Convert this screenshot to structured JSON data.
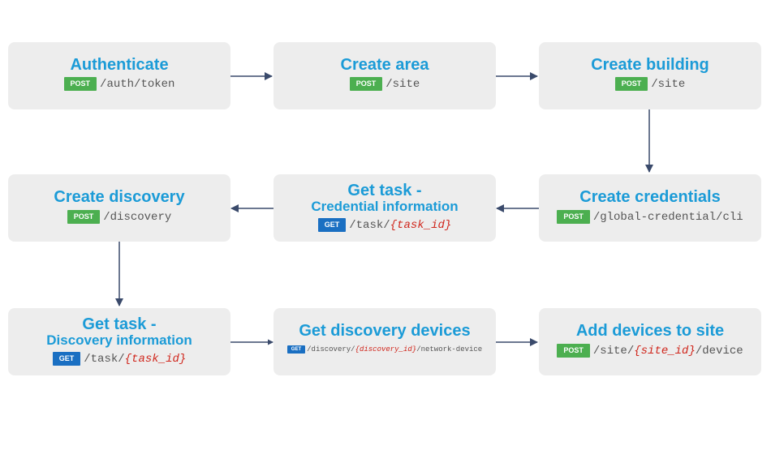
{
  "steps": [
    {
      "title": "Authenticate",
      "method": "POST",
      "path": "/auth/token"
    },
    {
      "title": "Create area",
      "method": "POST",
      "path": "/site"
    },
    {
      "title": "Create building",
      "method": "POST",
      "path": "/site"
    },
    {
      "title": "Create credentials",
      "method": "POST",
      "path": "/global-credential/cli"
    },
    {
      "title": "Get task -",
      "subtitle": "Credential information",
      "method": "GET",
      "path_prefix": "/task/",
      "param": "{task_id}"
    },
    {
      "title": "Create discovery",
      "method": "POST",
      "path": "/discovery"
    },
    {
      "title": "Get task -",
      "subtitle": "Discovery information",
      "method": "GET",
      "path_prefix": "/task/",
      "param": "{task_id}"
    },
    {
      "title": "Get discovery devices",
      "method": "GET",
      "path_prefix": "/discovery/",
      "param": "{discovery_id}",
      "path_suffix": "/network-device"
    },
    {
      "title": "Add devices to site",
      "method": "POST",
      "path_prefix": "/site/",
      "param": "{site_id}",
      "path_suffix": "/device"
    }
  ],
  "colors": {
    "title": "#1b9bd7",
    "post": "#4caf50",
    "get": "#1a6fc2",
    "param": "#d0261c",
    "arrow": "#3a4a6b",
    "box": "#ededed"
  }
}
